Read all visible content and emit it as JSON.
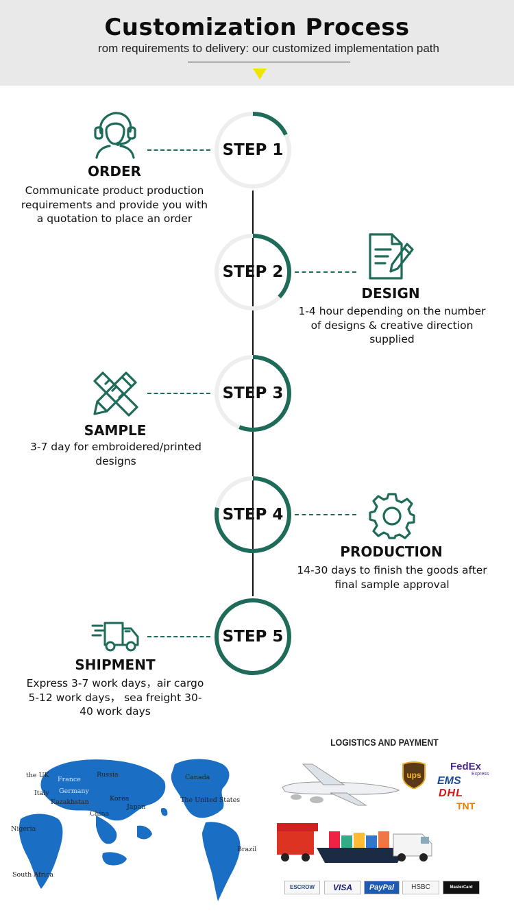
{
  "header": {
    "title": "Customization Process",
    "subtitle": "rom requirements to delivery: our customized implementation path"
  },
  "steps": [
    {
      "label": "STEP 1",
      "heading": "ORDER",
      "icon": "customer-service-icon",
      "progress": 0.18,
      "desc": [
        "Communicate product production",
        "requirements and provide you with",
        "a quotation to place an order"
      ]
    },
    {
      "label": "STEP 2",
      "heading": "DESIGN",
      "icon": "document-edit-icon",
      "progress": 0.37,
      "desc": [
        "1-4 hour depending on the number",
        "of designs & creative direction",
        "supplied"
      ]
    },
    {
      "label": "STEP 3",
      "heading": "SAMPLE",
      "icon": "ruler-pencil-icon",
      "progress": 0.56,
      "desc": [
        "3-7 day for embroidered/printed",
        "designs"
      ]
    },
    {
      "label": "STEP 4",
      "heading": "PRODUCTION",
      "icon": "gear-icon",
      "progress": 0.78,
      "desc": [
        "14-30 days to finish the goods after",
        "final sample approval"
      ]
    },
    {
      "label": "STEP 5",
      "heading": "SHIPMENT",
      "icon": "delivery-truck-icon",
      "progress": 1.0,
      "desc": [
        "Express 3-7 work days，air cargo",
        "5-12 work days， sea freight 30-",
        "40 work days"
      ]
    }
  ],
  "map": {
    "labels": [
      "the UK",
      "France",
      "Germany",
      "Italy",
      "Kazakhstan",
      "Russia",
      "Korea",
      "Japan",
      "China",
      "Canada",
      "The United States",
      "Nigeria",
      "Brazil",
      "South Africa"
    ]
  },
  "logistics": {
    "title": "LOGISTICS AND PAYMENT",
    "couriers": [
      "ups",
      "FedEx",
      "Express",
      "EMS",
      "DHL",
      "TNT"
    ],
    "payments": [
      "ESCROW",
      "VISA",
      "PayPal",
      "HSBC",
      "MasterCard"
    ]
  },
  "colors": {
    "accent": "#1e6b5a",
    "ring_track": "#eeeeee",
    "header_bg": "#e9e9e9",
    "arrow": "#f0e500",
    "map_blue": "#1a6fc4"
  }
}
